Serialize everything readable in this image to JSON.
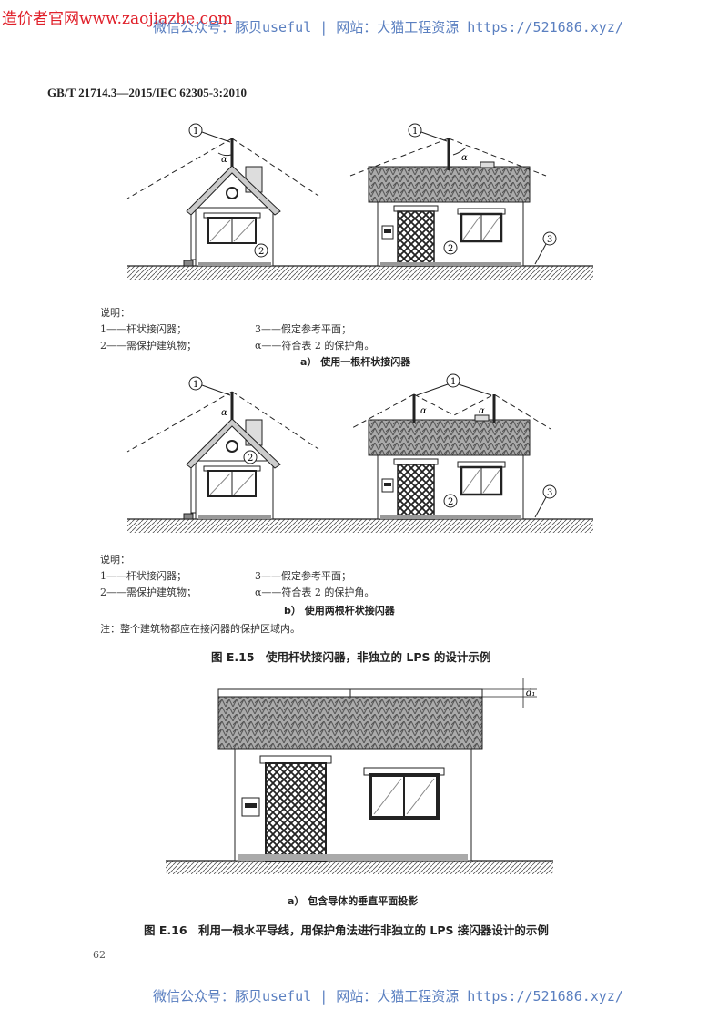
{
  "watermarks": {
    "top_red": "造价者官网www.zaojiazhe.com",
    "top_blue": "微信公众号：豚贝useful | 网站：大猫工程资源 https://521686.xyz/",
    "bottom_blue": "微信公众号：豚贝useful | 网站：大猫工程资源 https://521686.xyz/"
  },
  "header": {
    "standard": "GB/T 21714.3—2015/IEC 62305-3:2010"
  },
  "figure_e15": {
    "a": {
      "legend_title": "说明：",
      "legend": [
        "1——杆状接闪器；",
        "3——假定参考平面；",
        "2——需保护建筑物；",
        "α——符合表 2 的保护角。"
      ],
      "caption": "a） 使用一根杆状接闪器"
    },
    "b": {
      "legend_title": "说明：",
      "legend": [
        "1——杆状接闪器；",
        "3——假定参考平面；",
        "2——需保护建筑物；",
        "α——符合表 2 的保护角。"
      ],
      "caption": "b） 使用两根杆状接闪器"
    },
    "note": "注：整个建筑物都应在接闪器的保护区域内。",
    "title": "图 E.15　使用杆状接闪器，非独立的 LPS 的设计示例",
    "labels": {
      "one": "1",
      "two": "2",
      "three": "3",
      "alpha": "α"
    }
  },
  "figure_e16": {
    "caption_a": "a） 包含导体的垂直平面投影",
    "title": "图 E.16　利用一根水平导线，用保护角法进行非独立的 LPS 接闪器设计的示例",
    "dim_label": "d₁"
  },
  "page_number": "62",
  "colors": {
    "watermark_red": "#e0202a",
    "watermark_blue": "#5a7fc0"
  }
}
